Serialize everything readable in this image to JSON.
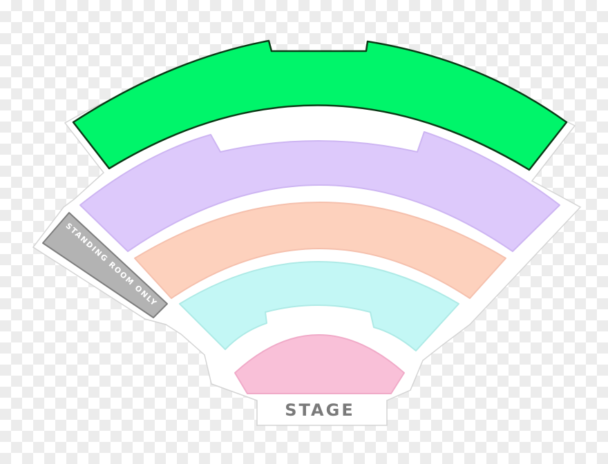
{
  "sections": [
    {
      "id": "upper-tier",
      "fill": "#00f56a",
      "stroke": "#0a3a16",
      "opacity": 1
    },
    {
      "id": "mezzanine",
      "fill": "#ddc9fb",
      "stroke": "#cdb5f2",
      "opacity": 1
    },
    {
      "id": "middle-tier",
      "fill": "#fdd1bd",
      "stroke": "#f5c0ad",
      "opacity": 1
    },
    {
      "id": "front-tier",
      "fill": "#c3f7f5",
      "stroke": "#aeeae6",
      "opacity": 1
    },
    {
      "id": "pit",
      "fill": "#f9c0d8",
      "stroke": "#f0aac8",
      "opacity": 1
    }
  ],
  "standing_room": {
    "label": "STANDING ROOM ONLY",
    "fill": "#b3b3b3",
    "stroke": "#7d7d7d",
    "text_color": "#ffffff"
  },
  "stage": {
    "label": "STAGE",
    "text_color": "#7a7a7a"
  },
  "colors": {
    "outline": "#ffffff",
    "shadow": "#d4d4d4"
  }
}
